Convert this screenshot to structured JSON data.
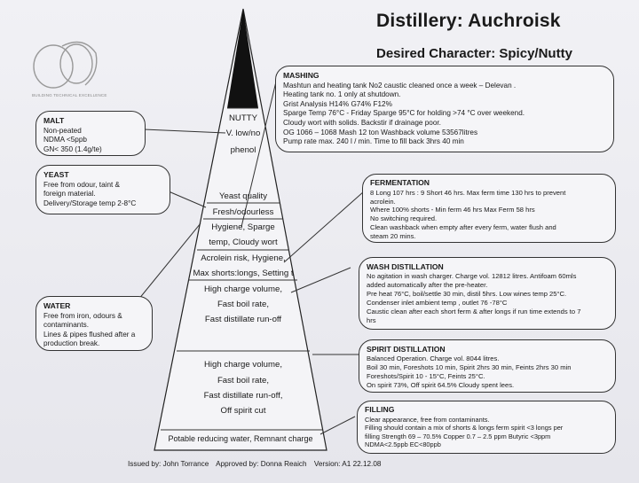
{
  "header": {
    "title": "Distillery: Auchroisk",
    "subtitle": "Desired Character: Spicy/Nutty"
  },
  "logo": {
    "tagline": "BUILDING TECHNICAL EXCELLENCE"
  },
  "pyramid": {
    "nutty": "NUTTY",
    "malt_lines": [
      "V. low/no",
      "phenol"
    ],
    "yeast": "Yeast quality",
    "fresh": "Fresh/odourless",
    "mashing_lines": [
      "Hygiene, Sparge",
      "temp, Cloudy wort"
    ],
    "ferm_lines": [
      "Acrolein risk, Hygiene,",
      "Max shorts:longs, Setting t"
    ],
    "wash_lines": [
      "High charge volume,",
      "Fast boil rate,",
      "Fast distillate run-off"
    ],
    "spirit_lines": [
      "High charge volume,",
      "Fast boil rate,",
      "Fast distillate run-off,",
      "Off spirit cut"
    ],
    "base": "Potable reducing water, Remnant charge"
  },
  "boxes": {
    "malt": {
      "heading": "MALT",
      "lines": [
        "Non-peated",
        "NDMA <5ppb",
        "GN< 350 (1.4g/te)"
      ]
    },
    "yeast": {
      "heading": "YEAST",
      "lines": [
        "Free from odour, taint &",
        "foreign material.",
        "Delivery/Storage temp 2-8°C"
      ]
    },
    "water": {
      "heading": "WATER",
      "lines": [
        "Free from iron, odours &",
        "contaminants.",
        "Lines & pipes flushed after a",
        "production break."
      ]
    },
    "mashing": {
      "heading": "MASHING",
      "lines": [
        "Mashtun and heating tank No2 caustic cleaned once a week – Delevan .",
        "Heating tank no. 1 only at shutdown.",
        "Grist Analysis H14% G74% F12%",
        "Sparge Temp 76°C - Friday Sparge 95°C for holding >74 °C over weekend.",
        "Cloudy wort with solids. Backstir if drainage poor.",
        "OG 1066 – 1068  Mash 12  ton  Washback volume 53567litres",
        "Pump rate max. 240 l / min.  Time to fill back  3hrs 40 min"
      ]
    },
    "fermentation": {
      "heading": "FERMENTATION",
      "lines": [
        "8 Long 107 hrs : 9 Short 46 hrs.  Max ferm time 130 hrs to prevent",
        "acrolein.",
        "Where 100% shorts -  Min ferm 46 hrs  Max Ferm 58 hrs",
        "No switching required.",
        "Clean washback when empty after every ferm, water flush and",
        "steam 20 mins."
      ]
    },
    "wash": {
      "heading": "WASH DISTILLATION",
      "lines": [
        "No agitation in wash charger.  Charge vol. 12812 litres. Antifoam 60mls",
        "added automatically after the pre-heater.",
        "Pre heat 76°C, boil/settle 30 min, distil 5hrs. Low wines temp 25°C.",
        "Condenser inlet ambient temp , outlet 76 -78°C",
        "Caustic clean after each short ferm & after longs if run time extends to 7",
        "hrs"
      ]
    },
    "spirit": {
      "heading": "SPIRIT DISTILLATION",
      "lines": [
        "Balanced Operation.  Charge vol. 8044 litres.",
        "Boil 30 min, Foreshots 10 min, Spirit 2hrs 30 min, Feints 2hrs 30 min",
        "Foreshots/Spirit 10 - 15°C, Feints 25°C.",
        "On spirit 73%, Off  spirit  64.5%   Cloudy spent lees."
      ]
    },
    "filling": {
      "heading": "FILLING",
      "lines": [
        "Clear appearance, free from contaminants.",
        "Filling should contain a mix of shorts &  longs ferm spirit <3 longs per",
        "filling   Strength  69 – 70.5%  Copper 0.7 – 2.5 ppm  Butyric <3ppm",
        "NDMA<2.5ppb EC<80ppb"
      ]
    }
  },
  "footer": {
    "issued": "Issued by: John Torrance",
    "approved": "Approved by: Donna Reaich",
    "version": "Version: A1 22.12.08"
  }
}
